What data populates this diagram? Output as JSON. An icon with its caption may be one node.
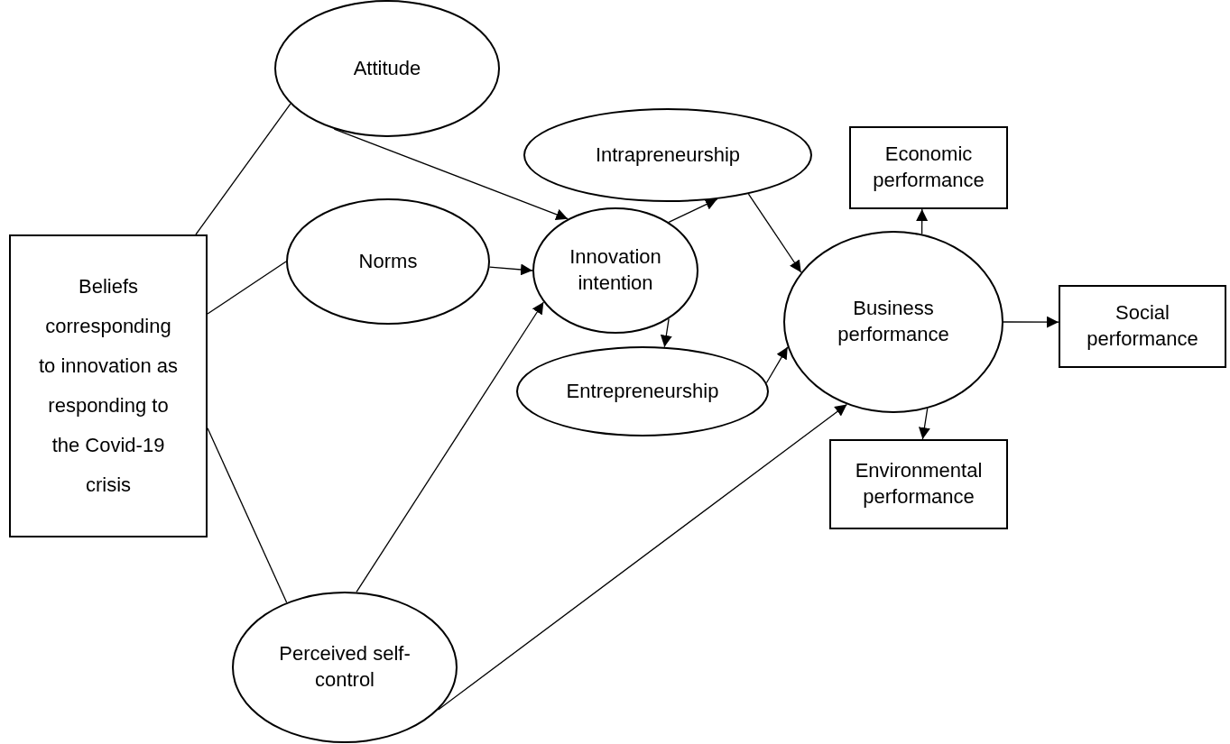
{
  "diagram": {
    "nodes": [
      {
        "text": [
          "Beliefs corresponding to innovation as responding to the Covid-19 crisis"
        ]
      },
      {
        "text": [
          "Attitude"
        ]
      },
      {
        "text": [
          "Norms"
        ]
      },
      {
        "text": [
          "Innovation intention"
        ]
      },
      {
        "text": [
          "Intrapreneurship"
        ]
      },
      {
        "text": [
          "Entrepreneurship"
        ]
      },
      {
        "text": [
          "Business performance"
        ]
      },
      {
        "text": [
          "Economic performance"
        ]
      },
      {
        "text": [
          "Social performance"
        ]
      },
      {
        "text": [
          "Environmental performance"
        ]
      },
      {
        "text": [
          "Perceived self-control"
        ]
      }
    ],
    "edges": [
      {
        "from": 0,
        "to": 1,
        "arrow": "none"
      },
      {
        "from": 0,
        "to": 2,
        "arrow": "none"
      },
      {
        "from": 0,
        "to": 10,
        "arrow": "none"
      },
      {
        "from": 1,
        "to": 3,
        "arrow": "to"
      },
      {
        "from": 2,
        "to": 3,
        "arrow": "to"
      },
      {
        "from": 10,
        "to": 3,
        "arrow": "to"
      },
      {
        "from": 3,
        "to": 4,
        "arrow": "to"
      },
      {
        "from": 3,
        "to": 5,
        "arrow": "to"
      },
      {
        "from": 4,
        "to": 6,
        "arrow": "to"
      },
      {
        "from": 5,
        "to": 6,
        "arrow": "to"
      },
      {
        "from": 10,
        "to": 6,
        "arrow": "to"
      },
      {
        "from": 6,
        "to": 7,
        "arrow": "to"
      },
      {
        "from": 6,
        "to": 8,
        "arrow": "to"
      },
      {
        "from": 6,
        "to": 9,
        "arrow": "to"
      }
    ]
  }
}
